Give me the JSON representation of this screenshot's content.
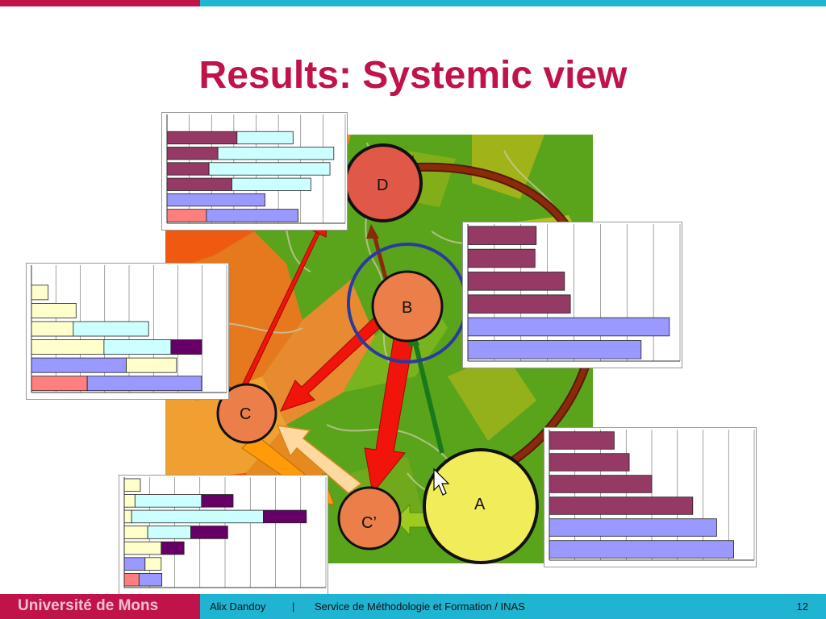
{
  "slide": {
    "title": "Results: Systemic view",
    "page_number": "12"
  },
  "footer": {
    "university": "Université de Mons",
    "author": "Alix Dandoy",
    "separator": "|",
    "service": "Service de Méthodologie et Formation / INAS"
  },
  "colors": {
    "brand_red": "#c0134a",
    "brand_cyan": "#1fb4d2",
    "arrow_red": "#f0140a",
    "arrow_brown": "#8b2a0a",
    "arrow_green": "#1a7a1a",
    "arrow_orange": "#ff9a0a",
    "node_orange": "#ec7e4a",
    "node_d": "#e05848",
    "node_a": "#f0ec5a",
    "ring_blue": "#2a3aa0"
  },
  "nodes": {
    "D": "D",
    "B": "B",
    "C": "C",
    "C_prime": "C’",
    "A": "A"
  },
  "chart_data": [
    {
      "id": "chart-d",
      "type": "bar",
      "orientation": "horizontal-stacked",
      "xlim": [
        0,
        140
      ],
      "rows": [
        {
          "segments": []
        },
        {
          "segments": [
            {
              "value": 55,
              "color": "#943a64"
            },
            {
              "value": 44,
              "color": "#ccffff"
            }
          ]
        },
        {
          "segments": [
            {
              "value": 40,
              "color": "#943a64"
            },
            {
              "value": 91,
              "color": "#ccffff"
            }
          ]
        },
        {
          "segments": [
            {
              "value": 33,
              "color": "#943a64"
            },
            {
              "value": 95,
              "color": "#ccffff"
            }
          ]
        },
        {
          "segments": [
            {
              "value": 51,
              "color": "#943a64"
            },
            {
              "value": 62,
              "color": "#ccffff"
            }
          ]
        },
        {
          "segments": [
            {
              "value": 77,
              "color": "#9999ff"
            }
          ]
        },
        {
          "segments": [
            {
              "value": 31,
              "color": "#ff7f7f"
            },
            {
              "value": 72,
              "color": "#9999ff"
            }
          ]
        }
      ]
    },
    {
      "id": "chart-c",
      "type": "bar",
      "orientation": "horizontal-stacked",
      "xlim": [
        0,
        70
      ],
      "rows": [
        {
          "segments": []
        },
        {
          "segments": [
            {
              "value": 6,
              "color": "#ffffcc"
            }
          ]
        },
        {
          "segments": [
            {
              "value": 16,
              "color": "#ffffcc"
            }
          ]
        },
        {
          "segments": [
            {
              "value": 15,
              "color": "#ffffcc"
            },
            {
              "value": 27,
              "color": "#ccffff"
            }
          ]
        },
        {
          "segments": [
            {
              "value": 26,
              "color": "#ffffcc"
            },
            {
              "value": 24,
              "color": "#ccffff"
            },
            {
              "value": 11,
              "color": "#660066"
            }
          ]
        },
        {
          "segments": [
            {
              "value": 34,
              "color": "#9999ff"
            },
            {
              "value": 18,
              "color": "#ffffcc"
            }
          ]
        },
        {
          "segments": [
            {
              "value": 20,
              "color": "#ff7f7f"
            },
            {
              "value": 41,
              "color": "#9999ff"
            }
          ]
        }
      ]
    },
    {
      "id": "chart-b",
      "type": "bar",
      "orientation": "horizontal-stacked",
      "xlim": [
        0,
        180
      ],
      "rows": [
        {
          "segments": [
            {
              "value": 58,
              "color": "#943a64"
            }
          ]
        },
        {
          "segments": [
            {
              "value": 57,
              "color": "#943a64"
            }
          ]
        },
        {
          "segments": [
            {
              "value": 82,
              "color": "#943a64"
            }
          ]
        },
        {
          "segments": [
            {
              "value": 87,
              "color": "#943a64"
            }
          ]
        },
        {
          "segments": [
            {
              "value": 171,
              "color": "#9999ff"
            }
          ]
        },
        {
          "segments": [
            {
              "value": 147,
              "color": "#9999ff"
            }
          ]
        }
      ]
    },
    {
      "id": "chart-a",
      "type": "bar",
      "orientation": "horizontal-stacked",
      "xlim": [
        0,
        30
      ],
      "rows": [
        {
          "segments": [
            {
              "value": 9.5,
              "color": "#943a64"
            }
          ]
        },
        {
          "segments": [
            {
              "value": 11.7,
              "color": "#943a64"
            }
          ]
        },
        {
          "segments": [
            {
              "value": 15,
              "color": "#943a64"
            }
          ]
        },
        {
          "segments": [
            {
              "value": 21,
              "color": "#943a64"
            }
          ]
        },
        {
          "segments": [
            {
              "value": 24.5,
              "color": "#9999ff"
            }
          ]
        },
        {
          "segments": [
            {
              "value": 27,
              "color": "#9999ff"
            }
          ]
        }
      ]
    },
    {
      "id": "chart-cprime",
      "type": "bar",
      "orientation": "horizontal-stacked",
      "xlim": [
        0,
        300
      ],
      "rows": [
        {
          "segments": [
            {
              "value": 24,
              "color": "#ffffcc"
            }
          ]
        },
        {
          "segments": [
            {
              "value": 16,
              "color": "#ffffcc"
            },
            {
              "value": 99,
              "color": "#ccffff"
            },
            {
              "value": 47,
              "color": "#660066"
            }
          ]
        },
        {
          "segments": [
            {
              "value": 11,
              "color": "#ffffcc"
            },
            {
              "value": 196,
              "color": "#ccffff"
            },
            {
              "value": 64,
              "color": "#660066"
            }
          ]
        },
        {
          "segments": [
            {
              "value": 35,
              "color": "#ffffcc"
            },
            {
              "value": 64,
              "color": "#ccffff"
            },
            {
              "value": 55,
              "color": "#660066"
            }
          ]
        },
        {
          "segments": [
            {
              "value": 55,
              "color": "#ffffcc"
            },
            {
              "value": 34,
              "color": "#660066"
            }
          ]
        },
        {
          "segments": [
            {
              "value": 31,
              "color": "#9999ff"
            },
            {
              "value": 24,
              "color": "#ffffcc"
            }
          ]
        },
        {
          "segments": [
            {
              "value": 22,
              "color": "#ff7f7f"
            },
            {
              "value": 34,
              "color": "#9999ff"
            }
          ]
        }
      ]
    }
  ]
}
